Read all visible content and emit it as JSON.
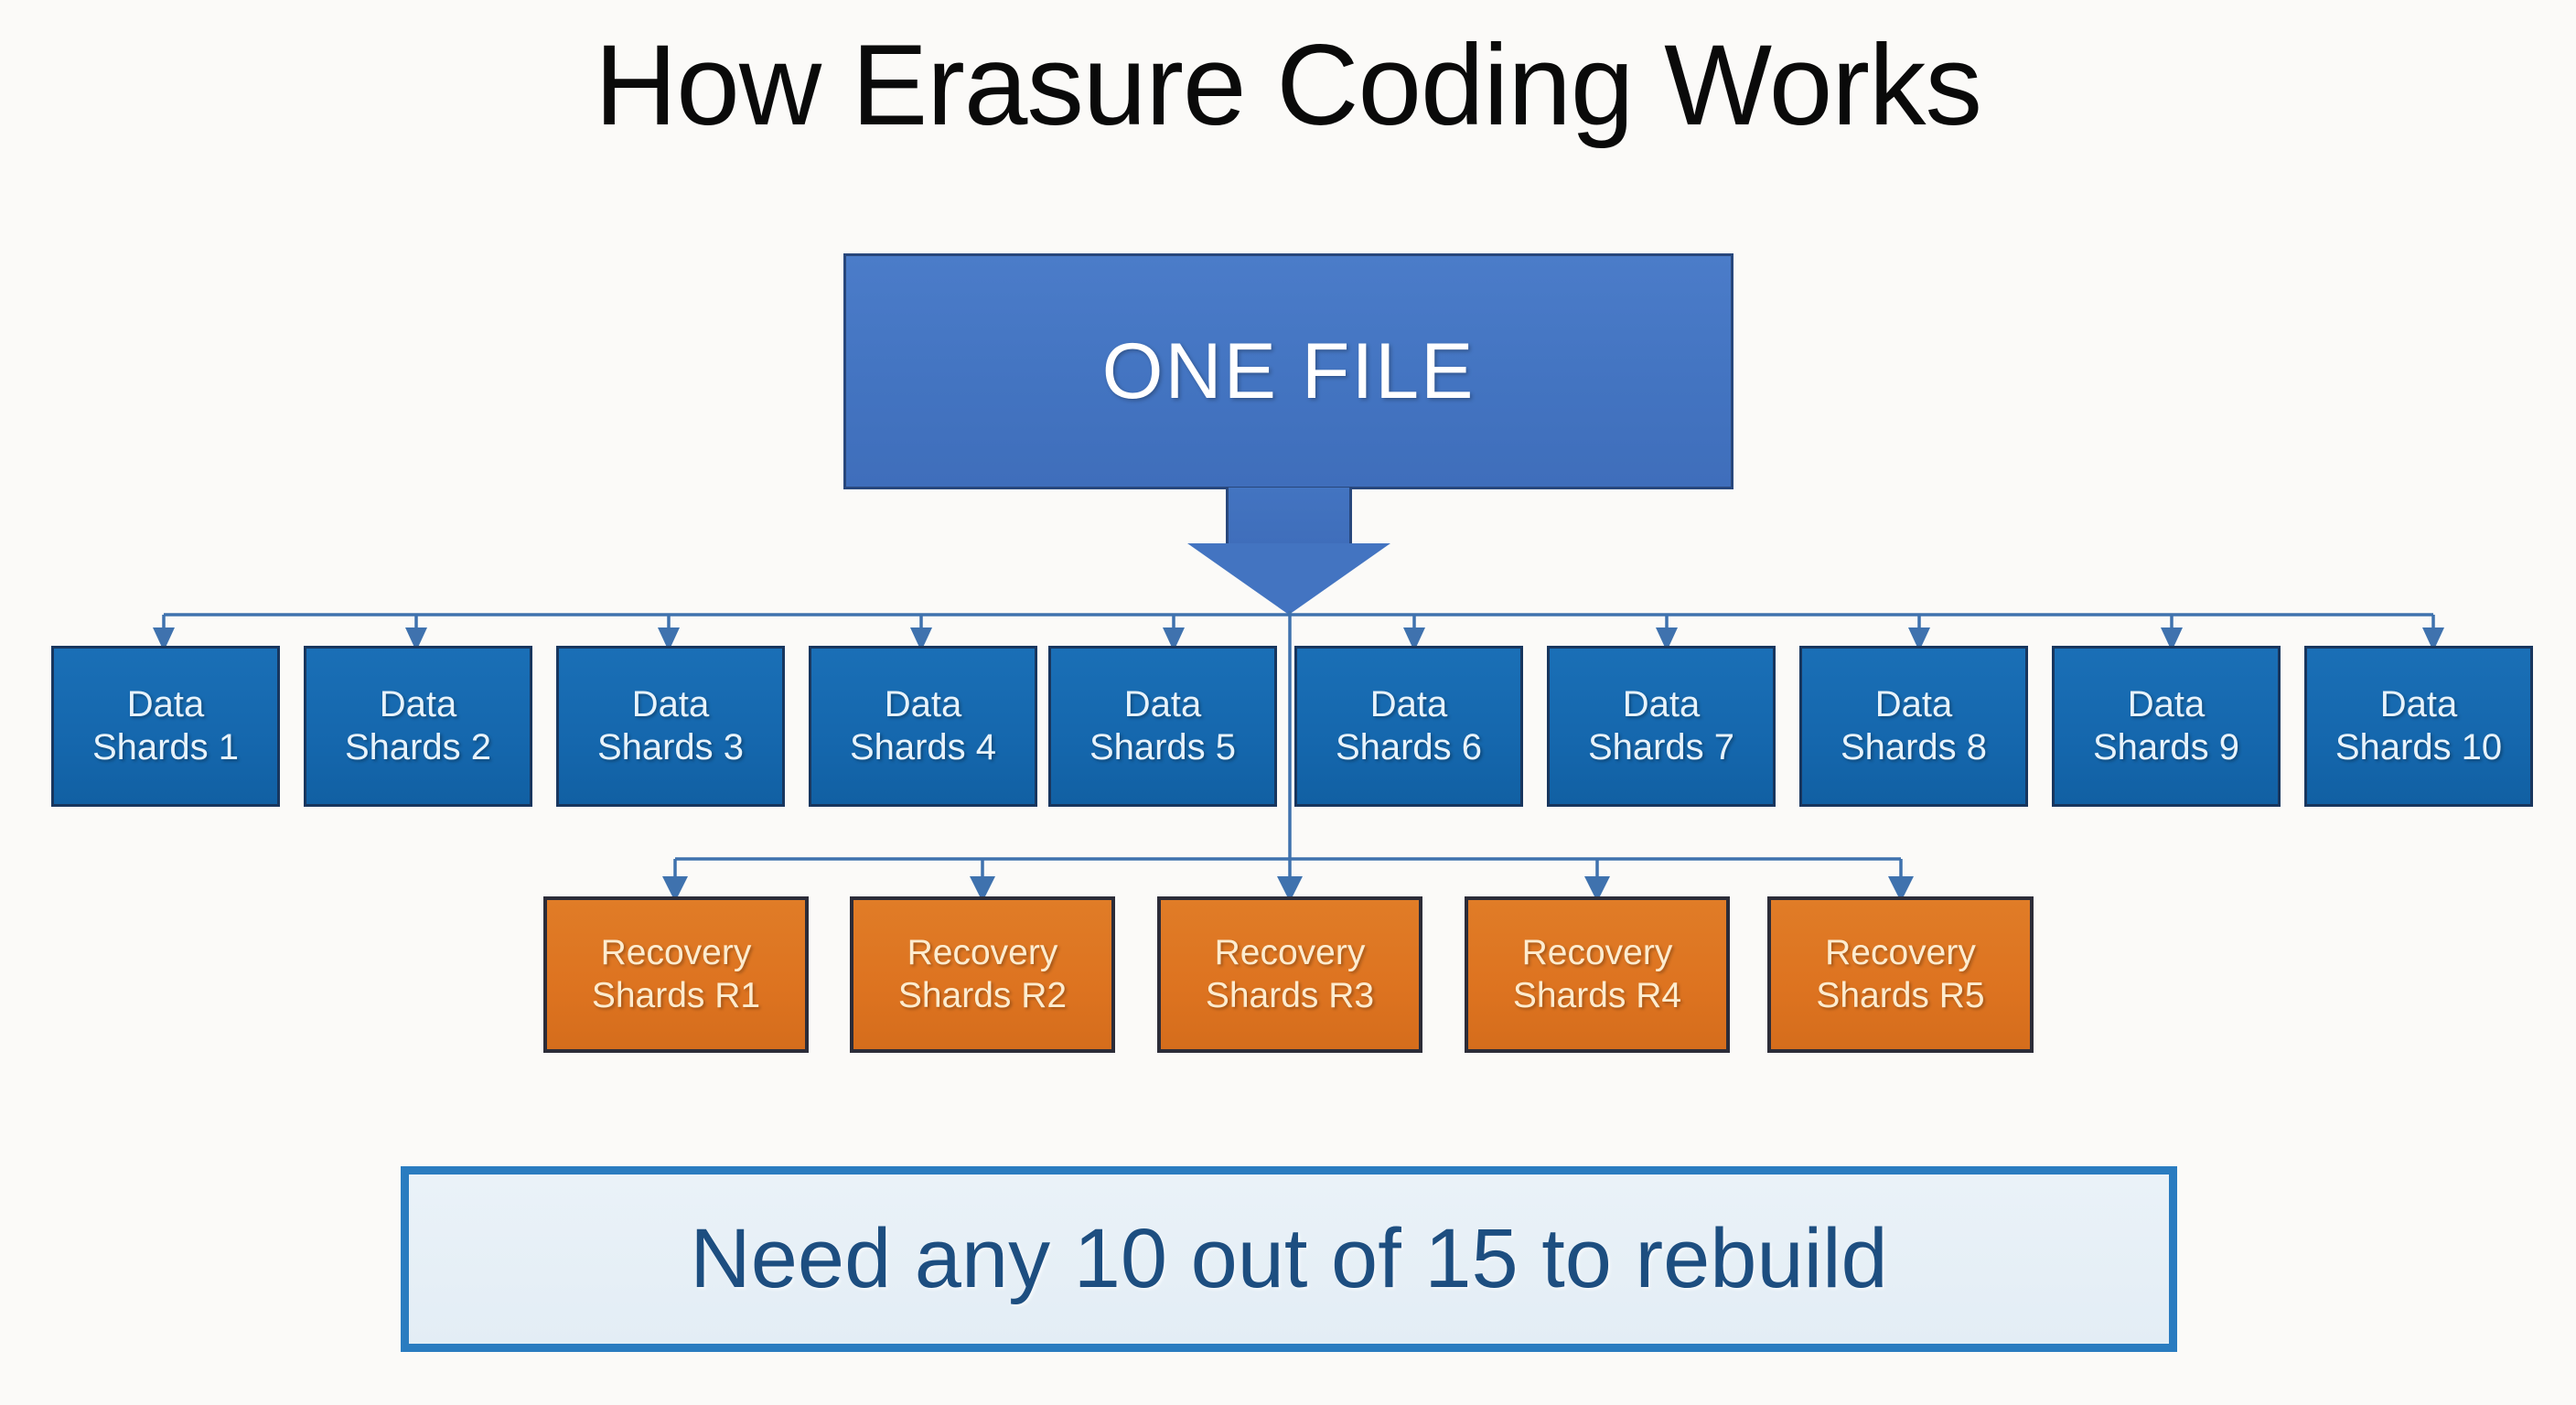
{
  "diagram": {
    "title": "How Erasure Coding Works",
    "source_node": {
      "label": "ONE FILE",
      "fill_color": "#4374c1",
      "border_color": "#28477c",
      "text_color": "#ffffff",
      "arrow_icon": "down-arrow-icon"
    },
    "data_row": {
      "group_label": "Data Shards",
      "count": 10,
      "fill_color": "#1567ad",
      "border_color": "#18365e",
      "text_color": "#e8f3fb",
      "nodes": [
        {
          "line1": "Data",
          "line2": "Shards 1"
        },
        {
          "line1": "Data",
          "line2": "Shards 2"
        },
        {
          "line1": "Data",
          "line2": "Shards 3"
        },
        {
          "line1": "Data",
          "line2": "Shards 4"
        },
        {
          "line1": "Data",
          "line2": "Shards 5"
        },
        {
          "line1": "Data",
          "line2": "Shards 6"
        },
        {
          "line1": "Data",
          "line2": "Shards 7"
        },
        {
          "line1": "Data",
          "line2": "Shards 8"
        },
        {
          "line1": "Data",
          "line2": "Shards 9"
        },
        {
          "line1": "Data",
          "line2": "Shards 10"
        }
      ]
    },
    "recovery_row": {
      "group_label": "Recovery Shards",
      "count": 5,
      "fill_color": "#dd7320",
      "border_color": "#2c2c38",
      "text_color": "#fdeccf",
      "nodes": [
        {
          "line1": "Recovery",
          "line2": "Shards R1"
        },
        {
          "line1": "Recovery",
          "line2": "Shards R2"
        },
        {
          "line1": "Recovery",
          "line2": "Shards R3"
        },
        {
          "line1": "Recovery",
          "line2": "Shards R4"
        },
        {
          "line1": "Recovery",
          "line2": "Shards R5"
        }
      ]
    },
    "banner": {
      "label": "Need any 10 out of 15 to rebuild",
      "fill_color": "#e9f1f8",
      "border_color": "#2a7cc0",
      "text_color": "#1d4e80"
    },
    "connector_color": "#3f72ae",
    "background_color": "#fbfaf8"
  }
}
